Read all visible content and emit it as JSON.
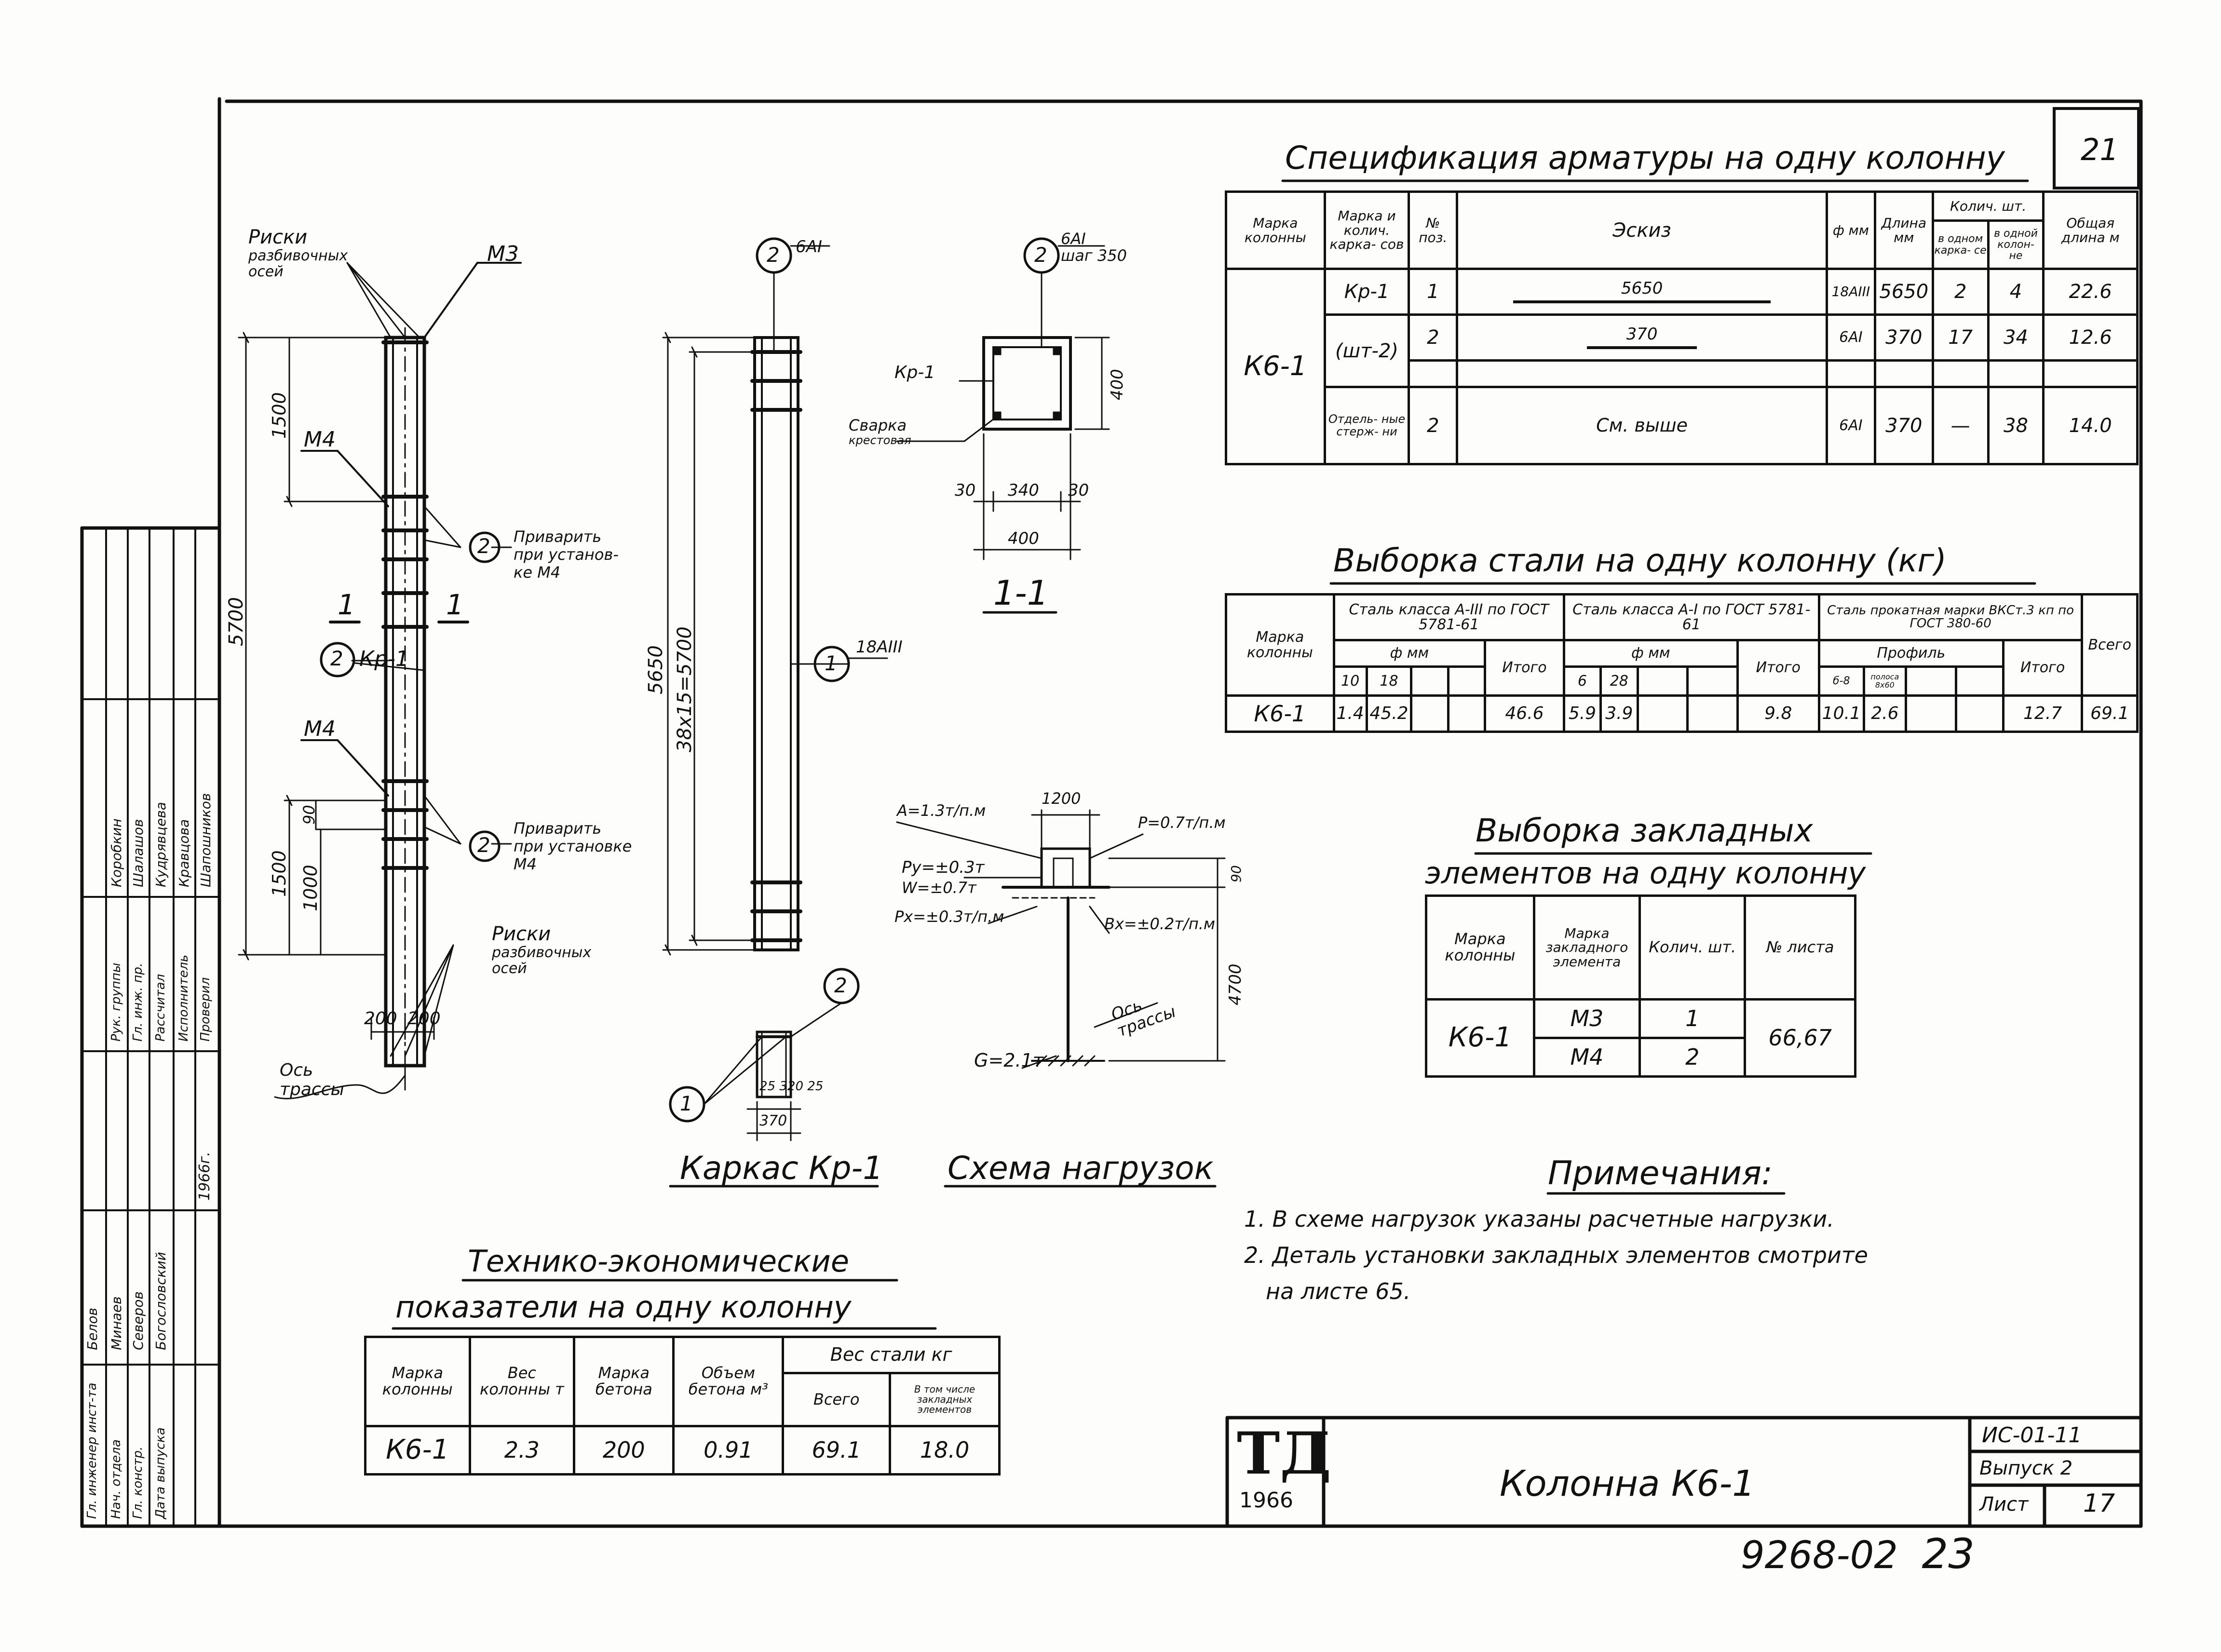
{
  "sheet": {
    "page_number": "21",
    "drawing_code": "9268-02",
    "page_code_suffix": "23",
    "title": "Колонна К6-1",
    "series": "ИС-01-11",
    "issue": "Выпуск 2",
    "sheet_label": "Лист",
    "sheet_number": "17",
    "stamp_mark": "ТД",
    "stamp_year": "1966"
  },
  "labels": {
    "risks_top": [
      "Риски",
      "разбивочных",
      "осей"
    ],
    "m3": "М3",
    "m4_top": "М4",
    "m4_bottom": "М4",
    "weld_1": [
      "Приварить",
      "при установ-",
      "ке М4"
    ],
    "weld_2": [
      "Приварить",
      "при установке",
      "М4"
    ],
    "risks_bottom": [
      "Риски",
      "разбивочных",
      "осей"
    ],
    "axis_track": [
      "Ось",
      "трассы"
    ],
    "kr1": "Кр-1",
    "section_mark": "1",
    "dim_5700": "5700",
    "dim_1500_top": "1500",
    "dim_1500_bot": "1500",
    "dim_1000": "1000",
    "dim_200_left": "200",
    "dim_200_right": "200",
    "dim_90": "90",
    "dim_5650": "5650",
    "dim_380x15": "38x15=5700",
    "bubble_2": "2",
    "bubble_1": "1",
    "bar_6ai_top": "6АI",
    "bar_6ai_step": "шаг 350",
    "bar_18aiii": "18АIII",
    "sec_kr1": "Кр-1",
    "sec_weld": [
      "Сварка",
      "крестовая"
    ],
    "dim_400": "400",
    "dim_30_left": "30",
    "dim_340": "340",
    "dim_30_right": "30",
    "dim_400_bottom": "400",
    "section_title": "1-1",
    "frame_title": "Каркас Кр-1",
    "frame_dim_25": "25",
    "frame_dim_320": "320",
    "frame_dim_25b": "25",
    "frame_dim_370": "370",
    "load_title": "Схема нагрузок",
    "load_a": "А=1.3т/п.м",
    "load_p": "Р=0.7т/п.м",
    "load_py": "Ру=±0.3т",
    "load_w": "W=±0.7т",
    "load_px": "Рх=±0.3т/п.м",
    "load_bx": "Вх=±0.2т/п.м",
    "load_g": "G=2.1т",
    "load_axis": [
      "Ось",
      "трассы"
    ],
    "load_dim_1200": "1200",
    "load_dim_4700": "4700",
    "load_dim_90": "90"
  },
  "spec": {
    "title": "Спецификация арматуры на одну колонну",
    "headers": {
      "mark": "Марка колонны",
      "frame": "Марка и колич. карка- сов",
      "pos": "№ поз.",
      "sketch": "Эскиз",
      "dia": "ф мм",
      "length": "Длина мм",
      "qty": "Колич. шт.",
      "qty_frame": "в одном карка- се",
      "qty_col": "в одной колон- не",
      "total_length": "Общая длина м"
    },
    "col_mark": "К6-1",
    "frame_mark": "Кр-1",
    "frame_qty": "(шт-2)",
    "rows": [
      {
        "pos": "1",
        "sketch": "5650",
        "dia": "18АIII",
        "length": "5650",
        "in_frame": "2",
        "in_col": "4",
        "total": "22.6"
      },
      {
        "pos": "2",
        "sketch": "370",
        "dia": "6АI",
        "length": "370",
        "in_frame": "17",
        "in_col": "34",
        "total": "12.6"
      }
    ],
    "separate": {
      "label": "Отдель- ные стерж- ни",
      "pos": "2",
      "sketch": "См. выше",
      "dia": "6АI",
      "length": "370",
      "in_frame": "—",
      "in_col": "38",
      "total": "14.0"
    }
  },
  "steel": {
    "title": "Выборка стали на одну колонну (кг)",
    "h_mark": "Марка колонны",
    "g1": "Сталь класса А-III по ГОСТ 5781-61",
    "g2": "Сталь класса А-I по ГОСТ 5781-61",
    "g3": "Сталь прокатная марки ВКСт.3 кп по ГОСТ 380-60",
    "phi": "ф мм",
    "profile": "Профиль",
    "itogo": "Итого",
    "vsego": "Всего",
    "d1": [
      "10",
      "18"
    ],
    "d2": [
      "6",
      "28"
    ],
    "d3": [
      "б-8",
      "полоса 8х60"
    ],
    "row": {
      "mark": "К6-1",
      "a": "1.4",
      "b": "45.2",
      "itogo1": "46.6",
      "c": "5.9",
      "d": "3.9",
      "itogo2": "9.8",
      "e": "10.1",
      "f": "2.6",
      "itogo3": "12.7",
      "vsego": "69.1"
    }
  },
  "embedded": {
    "title1": "Выборка закладных",
    "title2": "элементов на одну колонну",
    "h_mark": "Марка колонны",
    "h_elem": "Марка закладного элемента",
    "h_qty": "Колич. шт.",
    "h_sheet": "№ листа",
    "col_mark": "К6-1",
    "rows": [
      {
        "elem": "М3",
        "qty": "1"
      },
      {
        "elem": "М4",
        "qty": "2"
      }
    ],
    "sheet_no": "66,67"
  },
  "notes": {
    "title": "Примечания:",
    "lines": [
      "1. В схеме нагрузок указаны расчетные нагрузки.",
      "2. Деталь установки закладных элементов смотрите",
      "на листе 65."
    ]
  },
  "tech": {
    "title1": "Технико-экономические",
    "title2": "показатели на одну колонну",
    "h_mark": "Марка колонны",
    "h_weight": "Вес колонны т",
    "h_concrete": "Марка бетона",
    "h_volume": "Объем бетона м³",
    "h_steel": "Вес стали кг",
    "h_total": "Всего",
    "h_embedded": "В том числе закладных элементов",
    "row": {
      "mark": "К6-1",
      "weight": "2.3",
      "concrete": "200",
      "volume": "0.91",
      "total": "69.1",
      "embedded": "18.0"
    }
  },
  "side_stamp": {
    "roles": [
      "Гл. инженер инст-та",
      "Нач. отдела",
      "Гл. констр.",
      "Дата выпуска",
      "Рук. группы",
      "Гл. инж. пр.",
      "Рассчитал",
      "Исполнитель",
      "Проверил"
    ],
    "names": [
      "Белов",
      "Минаев",
      "Северов",
      "Богословский",
      "Коробкин",
      "Шалашов",
      "Кудрявцева",
      "Кравцова",
      "Шапошников"
    ],
    "date": "1966г."
  }
}
